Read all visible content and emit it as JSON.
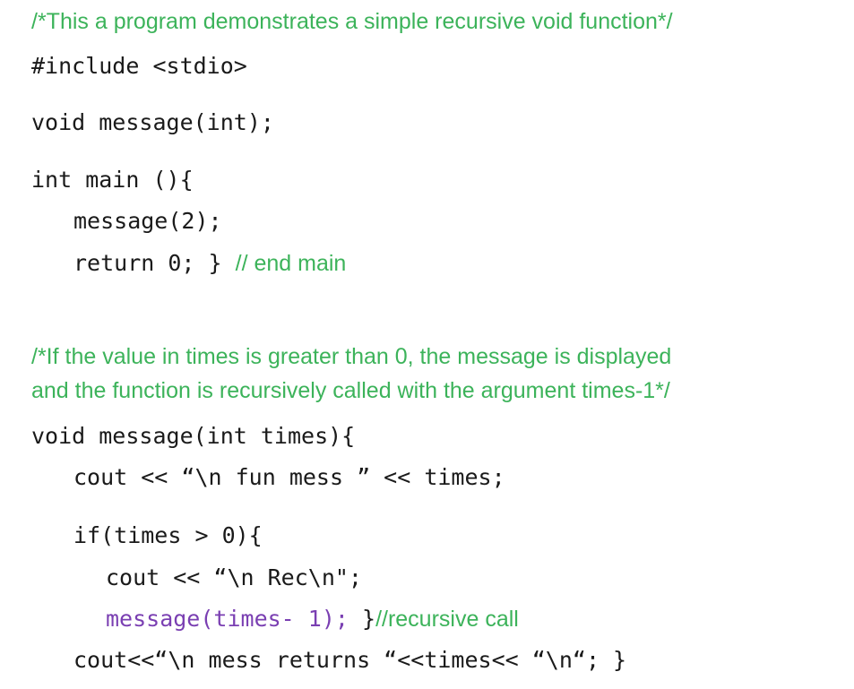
{
  "comment_header": "/*This a program demonstrates a simple recursive void function*/",
  "include_line": "#include <stdio>",
  "prototype_line": "void message(int);",
  "main_signature": "int main (){",
  "main_call": "message(2);",
  "main_return": "return 0; }",
  "main_end_comment": "// end main",
  "block_comment_line1": "/*If the value in times is greater than 0, the message is displayed",
  "block_comment_line2": "and the function is recursively called with the argument times-1*/",
  "func_signature": "void message(int times){",
  "func_cout_1": "cout << “\\n fun mess ” << times;",
  "func_if": "if(times > 0){",
  "func_cout_rec": "cout << “\\n Rec\\n\";",
  "func_recursive_call": "message(times- 1);",
  "func_close_brace": "}",
  "recursive_call_comment": "//recursive call",
  "func_final_cout": "cout<<“\\n mess returns “<<times<< “\\n“; }",
  "colors": {
    "comment": "#3cb35a",
    "code": "#1a1a1a",
    "highlight_call": "#7a3fb2"
  }
}
